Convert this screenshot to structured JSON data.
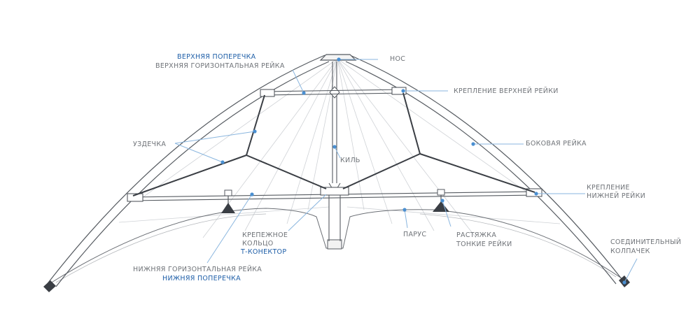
{
  "colors": {
    "frame": "#555a60",
    "bridle": "#3a3e44",
    "sail_lines": "#c9ccd0",
    "label_gray": "#6f7378",
    "label_blue": "#1f5fa8",
    "dot": "#4a8fd1",
    "leader": "#8ab6df"
  },
  "labels": {
    "top_spreader_alt": "ВЕРХНЯЯ ПОПЕРЕЧКА",
    "top_spreader": "ВЕРХНЯЯ ГОРИЗОНТАЛЬНАЯ РЕЙКА",
    "nose": "НОС",
    "top_spreader_fitting": "КРЕПЛЕНИЕ ВЕРХНЕЙ РЕЙКИ",
    "bridle": "УЗДЕЧКА",
    "spine": "КИЛЬ",
    "leading_edge": "БОКОВАЯ РЕЙКА",
    "lower_fitting_1": "КРЕПЛЕНИЕ",
    "lower_fitting_2": "НИЖНЕЙ РЕЙКИ",
    "connector_ring_1": "КРЕПЕЖНОЕ",
    "connector_ring_2": "КОЛЬЦО",
    "t_connector": "Т-КОНЕКТОР",
    "sail": "ПАРУС",
    "standoffs_1": "РАСТЯЖКА",
    "standoffs_2": "ТОНКИЕ РЕЙКИ",
    "end_cap_1": "СОЕДИНИТЕЛЬНЫЙ",
    "end_cap_2": "КОЛПАЧЕК",
    "lower_spreader": "НИЖНЯЯ ГОРИЗОНТАЛЬНАЯ РЕЙКА",
    "lower_spreader_alt": "НИЖНЯЯ ПОПЕРЕЧКА"
  }
}
